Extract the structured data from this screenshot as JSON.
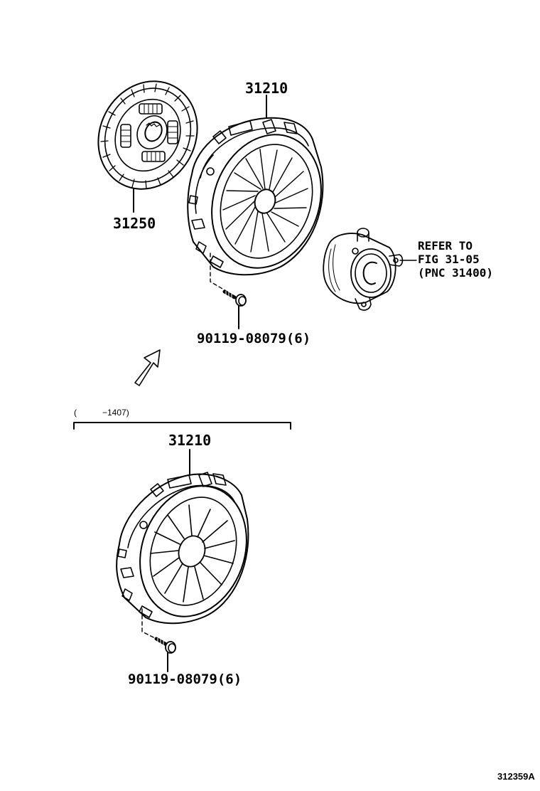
{
  "diagram": {
    "figure_id": "312359A",
    "parts": [
      {
        "id": "clutch-disc",
        "pnc": "31250"
      },
      {
        "id": "clutch-cover-upper",
        "pnc": "31210"
      },
      {
        "id": "bolt-upper",
        "pnc": "90119-08079(6)"
      },
      {
        "id": "release-bearing",
        "reference_lines": [
          "REFER TO",
          "FIG 31-05",
          "(PNC 31400)"
        ]
      },
      {
        "id": "clutch-cover-lower",
        "pnc": "31210"
      },
      {
        "id": "bolt-lower",
        "pnc": "90119-08079(6)"
      }
    ],
    "variant_range": {
      "open": "(",
      "end": "−1407)"
    }
  }
}
